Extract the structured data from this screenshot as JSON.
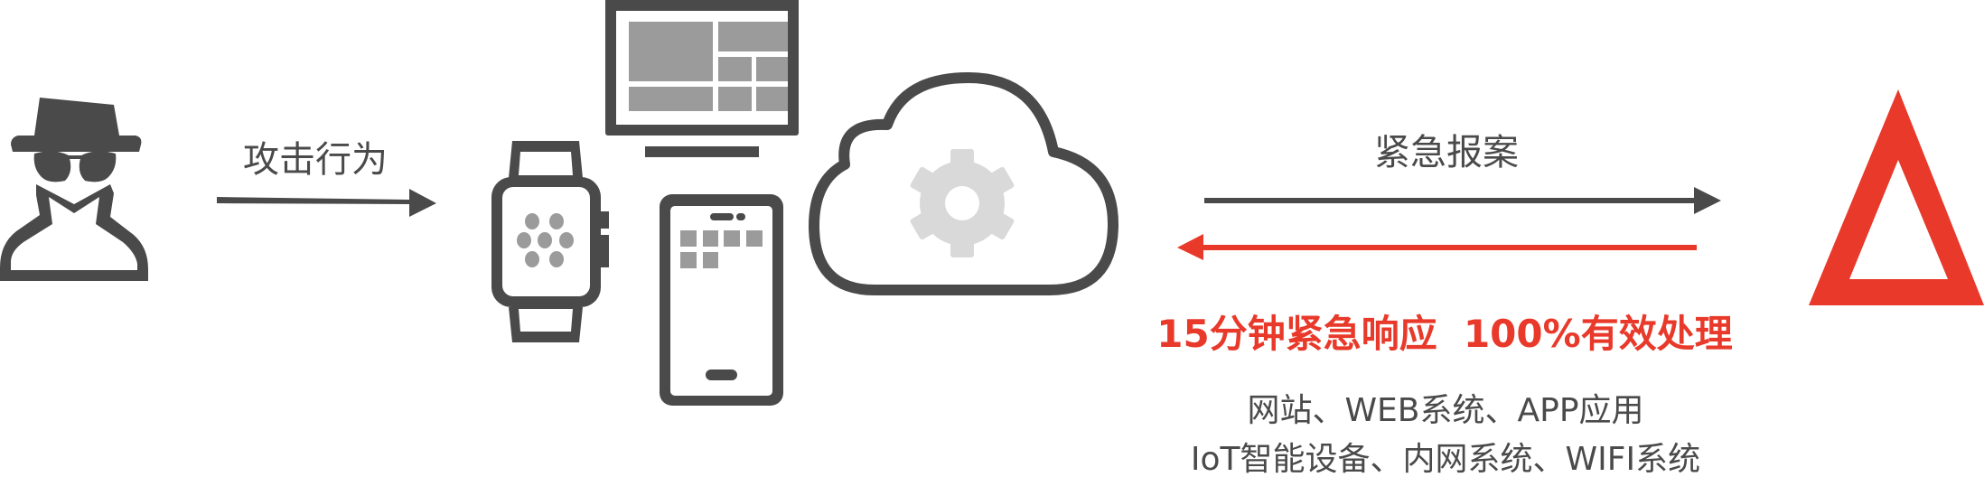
{
  "labels": {
    "attack": "攻击行为",
    "emergency_report": "紧急报案",
    "response": "15分钟紧急响应  100%有效处理",
    "scope_line1": "网站、WEB系统、APP应用",
    "scope_line2": "IoT智能设备、内网系统、WIFI系统"
  },
  "icons": [
    "hacker-icon",
    "monitor-icon",
    "smartwatch-icon",
    "smartphone-icon",
    "cloud-gear-icon",
    "alert-triangle-logo-icon"
  ],
  "colors": {
    "dark": "#4a4a4a",
    "gray_fill": "#9b9b9b",
    "gear": "#d9d9d9",
    "accent_red": "#e8392a"
  }
}
